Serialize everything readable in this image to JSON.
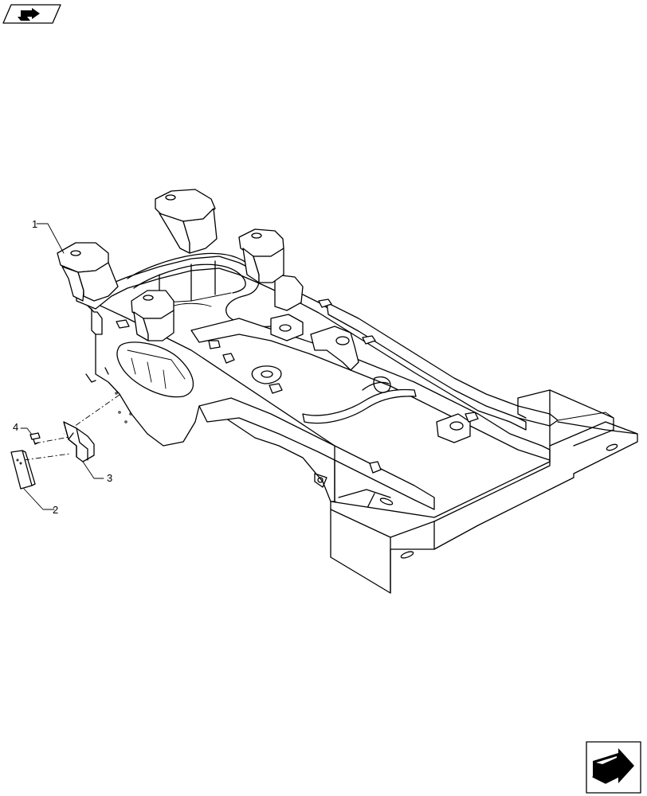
{
  "callouts": [
    {
      "id": "1",
      "label": "1"
    },
    {
      "id": "2",
      "label": "2"
    },
    {
      "id": "3",
      "label": "3"
    },
    {
      "id": "4",
      "label": "4"
    }
  ],
  "icons": {
    "top_left": "parts-navigation-icon",
    "bottom_right": "next-page-arrow-icon"
  }
}
